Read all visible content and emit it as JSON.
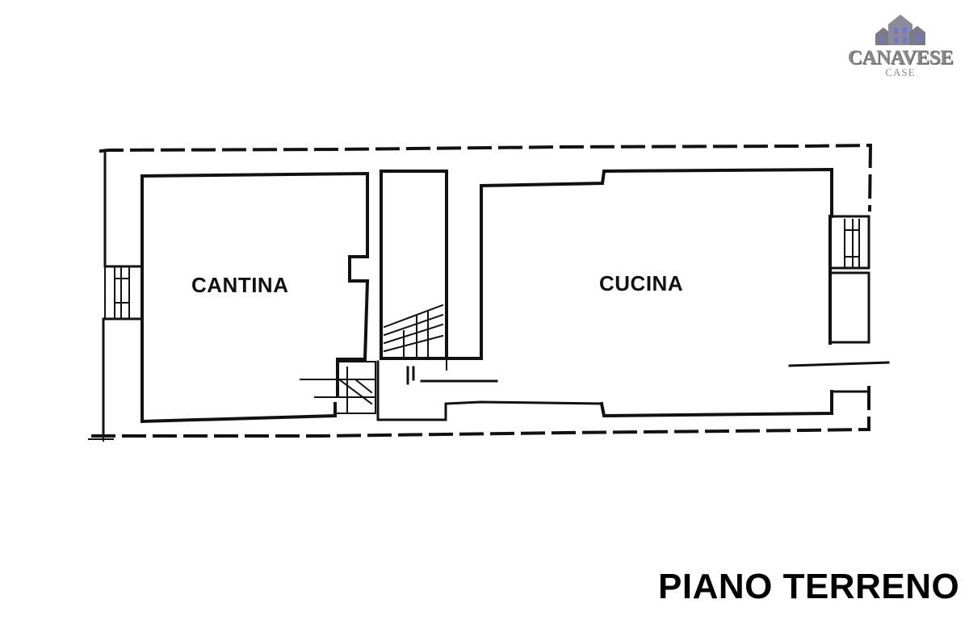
{
  "logo": {
    "brand": "CANAVESE",
    "sub": "CASE",
    "colors": {
      "text": "#8a8a8a",
      "house": "#7a7a8a",
      "window": "#6a7bd0"
    }
  },
  "rooms": [
    {
      "id": "cantina",
      "label": "CANTINA"
    },
    {
      "id": "cucina",
      "label": "CUCINA"
    }
  ],
  "floor_title": "PIANO TERRENO",
  "colors": {
    "wall": "#111111",
    "background": "#ffffff"
  }
}
